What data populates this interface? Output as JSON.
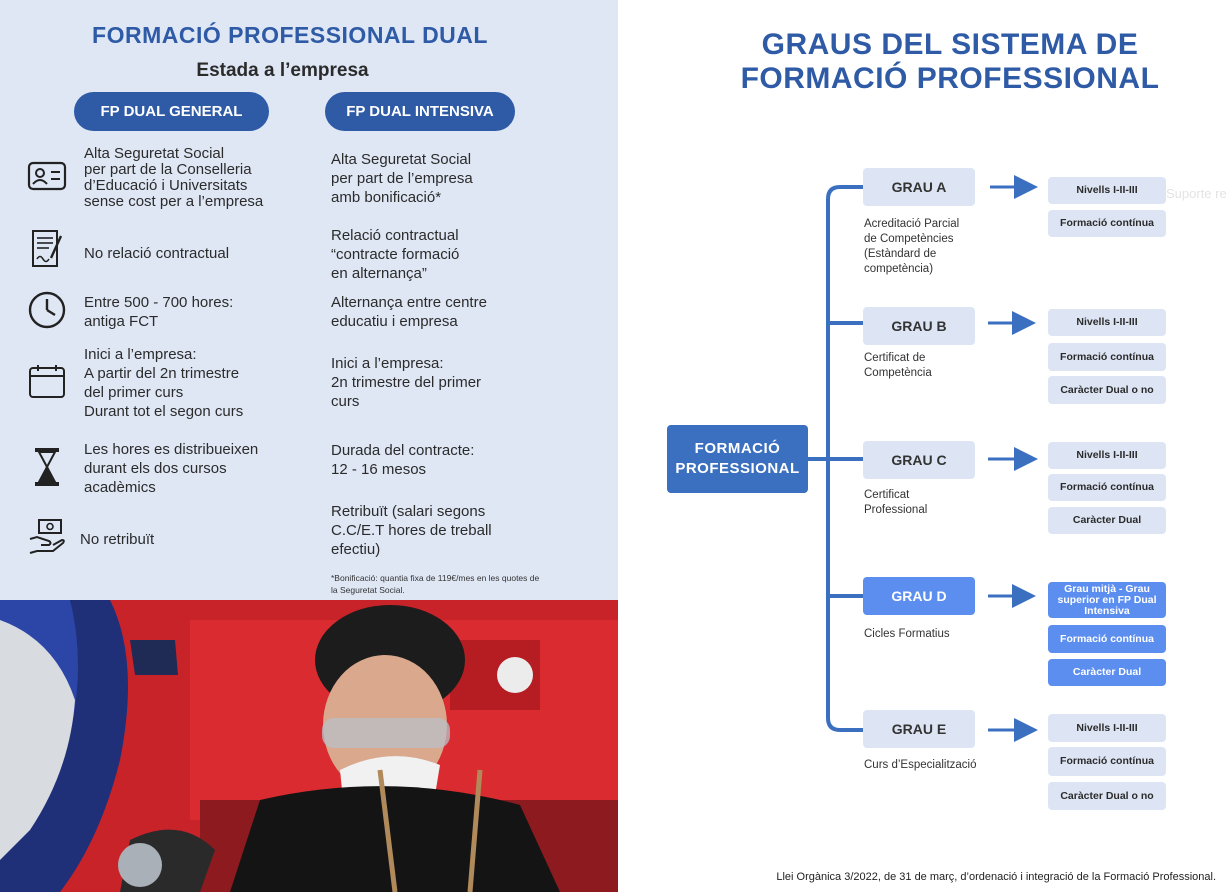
{
  "left": {
    "title": "FORMACIÓ PROFESSIONAL DUAL",
    "subtitle": "Estada a l’empresa",
    "pill_general": "FP DUAL GENERAL",
    "pill_intensiva": "FP DUAL INTENSIVA",
    "general": [
      {
        "icon": "id-card-icon",
        "text": "Alta Seguretat Social\nper part de la Conselleria\nd’Educació i Universitats\nsense cost per a l’empresa"
      },
      {
        "icon": "contract-icon",
        "text": "No relació contractual"
      },
      {
        "icon": "clock-icon",
        "text": "Entre 500 - 700 hores:\nantiga FCT"
      },
      {
        "icon": "calendar-icon",
        "text": "Inici a l’empresa:\nA partir del 2n trimestre\ndel primer curs\nDurant tot el segon curs"
      },
      {
        "icon": "hourglass-icon",
        "text": "Les hores es distribueixen\ndurant els dos cursos\nacadèmics"
      },
      {
        "icon": "money-hand-icon",
        "text": "No retribuït"
      }
    ],
    "intensiva": [
      "Alta Seguretat Social\nper part de l’empresa\namb bonificació*",
      "Relació contractual\n“contracte formació\nen alternança”",
      "Alternança entre centre\neducatiu i empresa",
      "Inici a l’empresa:\n2n trimestre del primer\ncurs",
      "Durada del contracte:\n12 - 16 mesos",
      "Retribuït (salari segons\nC.C/E.T hores de treball\nefectiu)"
    ],
    "footnote": "*Bonificació: quantia fixa de 119€/mes en les quotes de la Seguretat Social."
  },
  "right": {
    "title": "GRAUS DEL SISTEMA DE\nFORMACIÓ PROFESSIONAL",
    "root": "FORMACIÓ\nPROFESSIONAL",
    "ghost_text": "Suporte re",
    "grades": [
      {
        "label": "GRAU A",
        "desc": "Acreditació Parcial\nde Competències\n(Estàndard de\ncompetència)",
        "options": [
          "Nivells I-II-III",
          "Formació contínua"
        ],
        "highlight": false
      },
      {
        "label": "GRAU B",
        "desc": "Certificat de\nCompetència",
        "options": [
          "Nivells I-II-III",
          "Formació contínua",
          "Caràcter Dual o no"
        ],
        "highlight": false
      },
      {
        "label": "GRAU C",
        "desc": "Certificat\nProfessional",
        "options": [
          "Nivells I-II-III",
          "Formació contínua",
          "Caràcter Dual"
        ],
        "highlight": false
      },
      {
        "label": "GRAU D",
        "desc": "Cicles Formatius",
        "options": [
          "Grau mitjà - Grau superior en FP Dual Intensiva",
          "Formació contínua",
          "Caràcter Dual"
        ],
        "highlight": true
      },
      {
        "label": "GRAU E",
        "desc": "Curs d’Especialització",
        "options": [
          "Nivells I-II-III",
          "Formació contínua",
          "Caràcter Dual o no"
        ],
        "highlight": false
      }
    ],
    "law": "Llei Orgànica 3/2022, de 31 de març, d’ordenació i integració de la Formació Professional."
  },
  "colors": {
    "brand_blue": "#2e5aa6",
    "panel_bg": "#dfe7f5",
    "highlight": "#5c8ef0",
    "box_bg": "#dde5f4"
  }
}
